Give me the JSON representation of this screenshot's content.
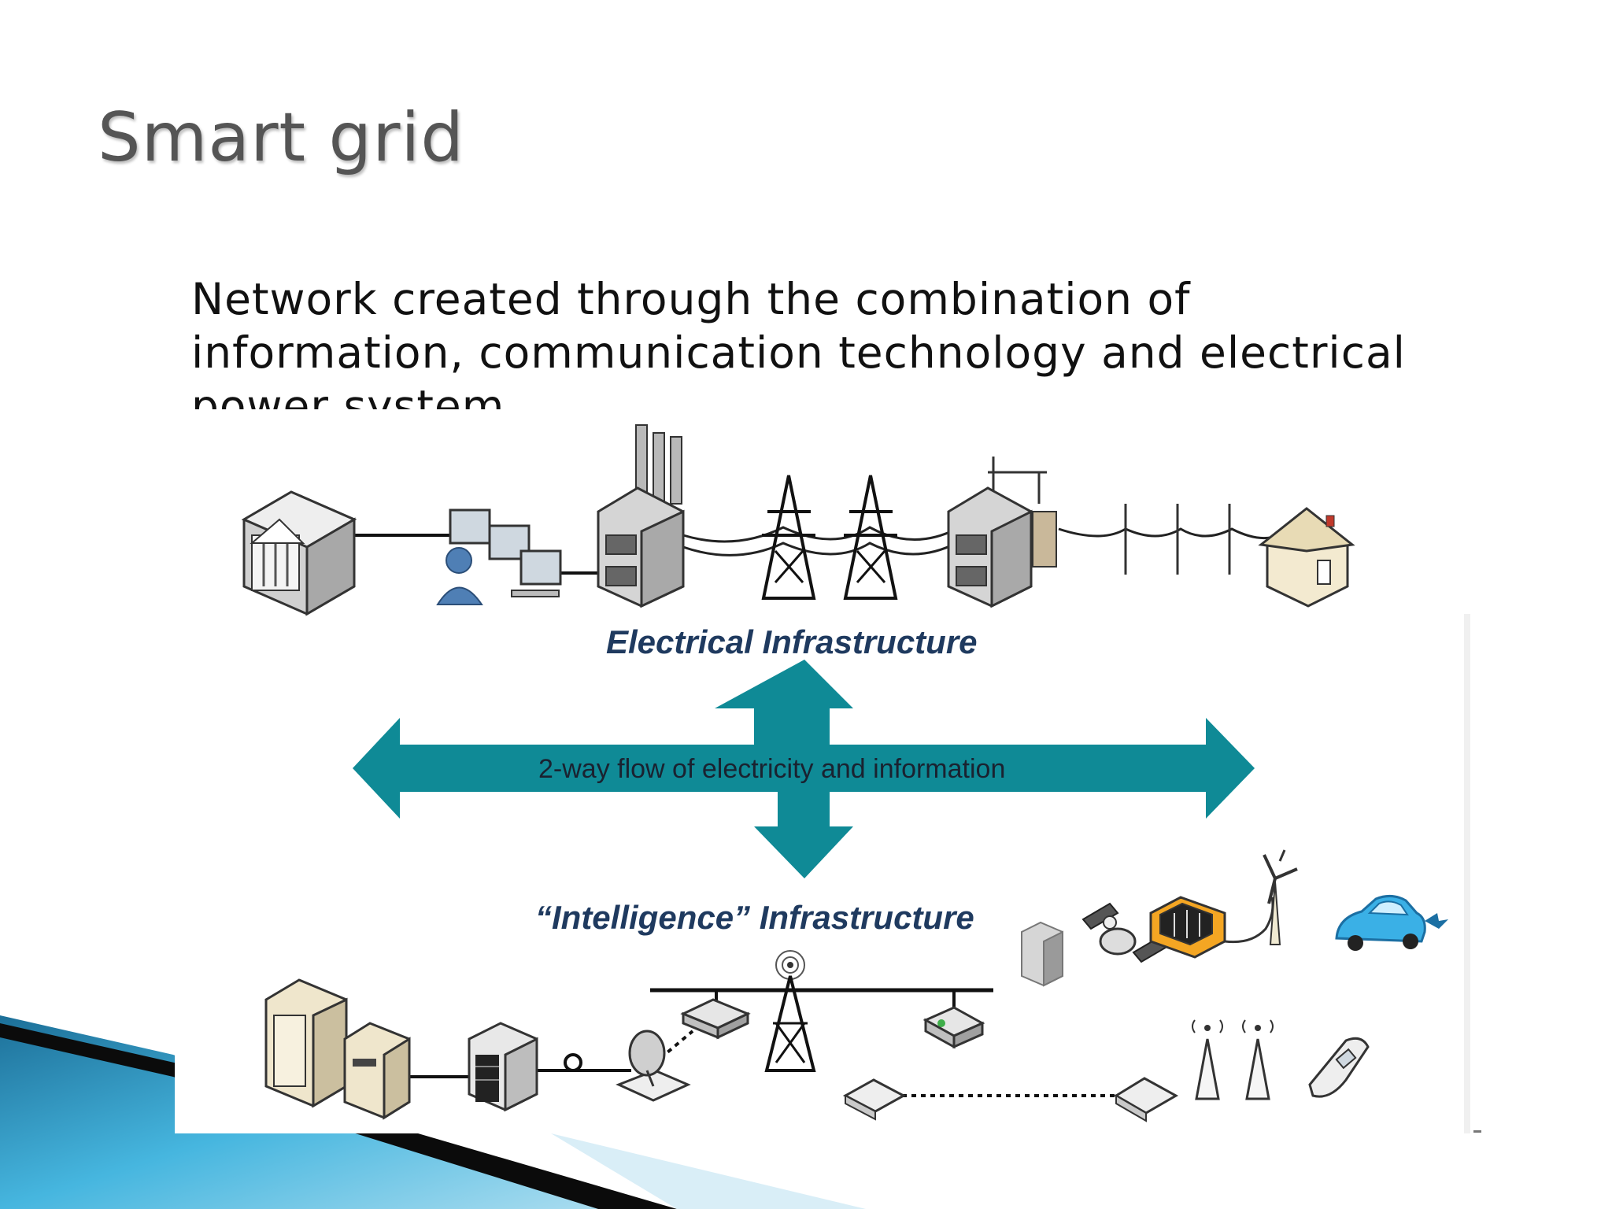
{
  "slide": {
    "title": "Smart grid",
    "body": "Network created through the combination of information, communication technology and electrical power system"
  },
  "diagram": {
    "top_label": "Electrical Infrastructure",
    "flow_label": "2-way flow of electricity and information",
    "bottom_label": "“Intelligence” Infrastructure",
    "colors": {
      "arrow": "#0f8a96",
      "label": "#1f3a5f",
      "corner_blue": "#2f9fcf",
      "corner_dark": "#0a0a0a"
    },
    "top_row_icons": [
      "power-plant-icon",
      "control-center-operator-icon",
      "factory-icon",
      "transmission-tower-icon",
      "transmission-tower-icon",
      "substation-icon",
      "distribution-pole-icon",
      "house-icon"
    ],
    "bottom_row_icons": [
      "server-icon",
      "data-center-icon",
      "satellite-dish-icon",
      "router-icon",
      "cell-tower-icon",
      "modem-icon",
      "access-point-icon",
      "wireless-antenna-icon",
      "mobile-phone-icon",
      "electric-meter-icon",
      "satellite-icon",
      "battery-storage-icon",
      "wind-turbine-icon",
      "electric-car-icon"
    ]
  }
}
